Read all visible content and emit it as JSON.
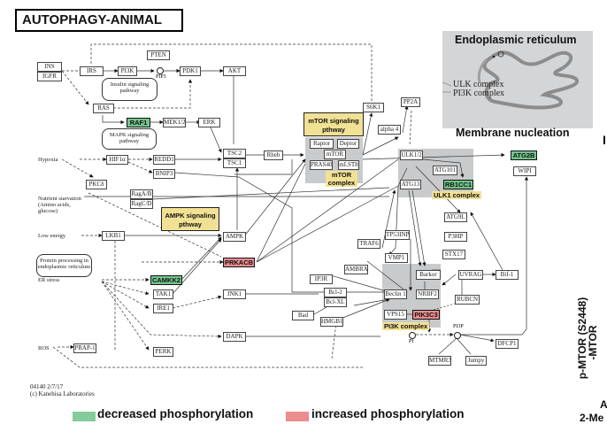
{
  "title": "AUTOPHAGY-ANIMAL",
  "er_panel": {
    "title": "Endoplasmic reticulum",
    "labels": [
      "ULK complex",
      "PI3K complex"
    ],
    "caption": "Membrane nucleation"
  },
  "genes": {
    "INS": "INS",
    "IGFR": "IGFR",
    "IRS": "IRS",
    "PI3K": "PI3K",
    "PTEN": "PTEN",
    "PDK1": "PDK1",
    "AKT": "AKT",
    "RAS": "RAS",
    "RAF1": "RAF1",
    "MEK12": "MEK1/2",
    "ERK": "ERK",
    "TSC2": "TSC2",
    "TSC1": "TSC1",
    "Rheb": "Rheb",
    "HIF1a": "HIF1α",
    "REDD1": "REDD1",
    "BNIP3": "BNIP3",
    "PKCd": "PKCδ",
    "RagAB": "RagA/B",
    "RagCD": "RagC/D",
    "LKB1": "LKB1",
    "CAMKK2": "CAMKK2",
    "TAK1": "TAK1",
    "IRE1": "IRE1",
    "PERK": "PERK",
    "PRAP1": "PRAP-1",
    "AMPK": "AMPK",
    "PRKACB": "PRKACB",
    "JNK1": "JNK1",
    "DAPK": "DAPK",
    "Raptor": "Raptor",
    "Deptor": "Deptor",
    "mTOR": "mTOR",
    "PRAS40": "PRAS40",
    "mLST8": "mLST8",
    "S6K1": "S6K1",
    "PP2A": "PP2A",
    "alpha4": "alpha 4",
    "ULK12": "ULK1/2",
    "ATG13": "ATG13",
    "ATG101": "ATG101",
    "RB1CC1": "RB1CC1",
    "ATG2B": "ATG2B",
    "WIPI": "WIPI",
    "ATG9L": "ATG9L",
    "P38IP": "P38IP",
    "TP53INP2": "TP53INP2",
    "TRAF6": "TRAF6",
    "VMP1": "VMP1",
    "STX17": "STX17",
    "AMBRA1": "AMBRA1",
    "Barkor": "Barkor",
    "UVRAG": "UVRAG",
    "Bif1": "Bif-1",
    "IP3R": "IP3R",
    "Bcl2": "Bcl-2",
    "BclXL": "Bcl-XL",
    "Bad": "Bad",
    "HMGB1": "HMGB1",
    "Beclin1": "Beclin 1",
    "NRBF2": "NRBF2",
    "RUBCN": "RUBCN",
    "VPS15": "VPS15",
    "PIK3C3": "PIK3C3",
    "DFCP1": "DFCP1",
    "MTMR3": "MTMR3",
    "Jumpy": "Jumpy"
  },
  "compounds": {
    "PIP3": "PIP3",
    "PI": "PI",
    "PI3P": "PI3P"
  },
  "pathways": {
    "insulin": "Insulin signaling pathway",
    "mapk": "MAPK signaling pathway",
    "mtor": "mTOR signaling pthway",
    "ampk": "AMPK signaling pthway",
    "er_protein": "Protein processing in endoplasmic reticulum"
  },
  "complexes": {
    "mtor": "mTOR complex",
    "ulk1": "ULK1 complex",
    "pi3k": "PI3K complex"
  },
  "stimuli": {
    "hypoxia": "Hypoxia",
    "nutrient": "Nutrient starvation (Amino acids, glucose)",
    "energy": "Low energy",
    "er_stress": "ER stress",
    "ros": "ROS"
  },
  "footer": {
    "id_date": "04140 2/7/17",
    "copyright": "(c) Kanehisa Laboratories"
  },
  "legend": [
    {
      "label": "decreased phosphorylation",
      "color": "#84cc9c"
    },
    {
      "label": "increased phosphorylation",
      "color": "#ec8c90"
    }
  ],
  "side_panel": {
    "rotated_label": "p-MTOR (S2448)",
    "rotated_label_2": "-MTOR",
    "bottom_a": "A",
    "bottom_b": "2-Me"
  },
  "colors": {
    "decreased": "#74c48c",
    "increased": "#ec8c90",
    "pathway_box": "#f1e194",
    "complex_bg": "#c9cacc"
  }
}
